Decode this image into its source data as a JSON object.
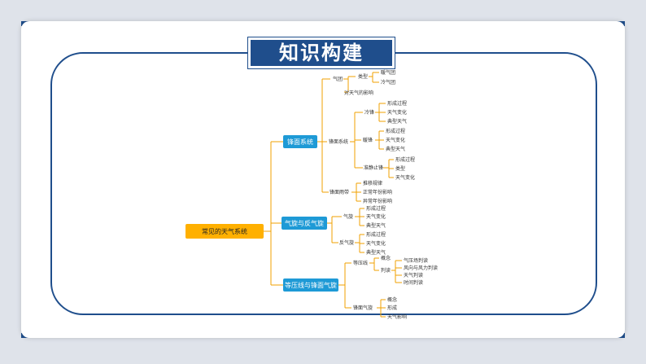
{
  "title": "知识构建",
  "colors": {
    "primary": "#1f4e8c",
    "root_fill": "#ffb000",
    "branch_fill": "#1e9ad6",
    "connector": "#f0a000"
  },
  "mindmap": {
    "root": "常见的天气系统",
    "branches": [
      {
        "label": "锋面系统",
        "air_mass": "气团",
        "types": "类型",
        "warm_mass": "暖气团",
        "cold_mass": "冷气团",
        "weather_effect": "对天气的影响",
        "front_system": "锋面系统",
        "cold_front": "冷锋",
        "warm_front": "暖锋",
        "stationary_front": "准静止锋",
        "cf_items": [
          "形成过程",
          "天气变化",
          "典型天气"
        ],
        "wf_items": [
          "形成过程",
          "天气变化",
          "典型天气"
        ],
        "sf_items": [
          "形成过程",
          "类型",
          "天气变化"
        ],
        "rain_belt": "锋面雨带",
        "rb_items": [
          "推移规律",
          "正常年份影响",
          "异常年份影响"
        ]
      },
      {
        "label": "气旋与反气旋",
        "cyclone": "气旋",
        "anticyclone": "反气旋",
        "cy_items": [
          "形成过程",
          "天气变化",
          "典型天气"
        ],
        "ac_items": [
          "形成过程",
          "天气变化",
          "典型天气"
        ]
      },
      {
        "label": "等压线与锋面气旋",
        "isobar": "等压线",
        "concept": "概念",
        "reading": "判读",
        "read_items": [
          "气压场判读",
          "风向与风力判读",
          "天气判读",
          "时间判读"
        ],
        "frontal_cyclone": "锋面气旋",
        "fc_items": [
          "概念",
          "形成",
          "天气影响"
        ]
      }
    ]
  }
}
